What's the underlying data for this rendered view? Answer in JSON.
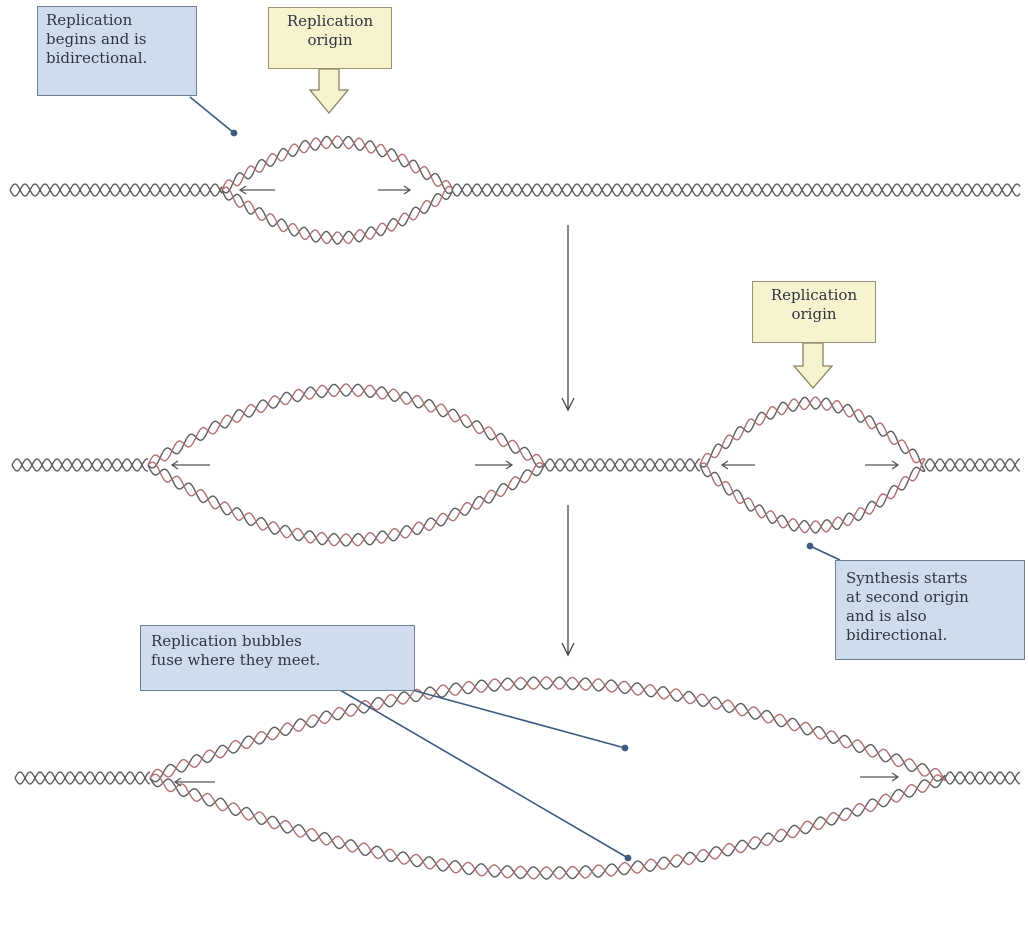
{
  "labels": {
    "callout_begin": "Replication\nbegins and is\nbidirectional.",
    "origin_top": "Replication\norigin",
    "origin_second": "Replication\norigin",
    "callout_second": "Synthesis starts\nat second origin\nand is also\nbidirectional.",
    "callout_fuse": "Replication bubbles\nfuse where they meet."
  },
  "colors": {
    "strand": "#5d5d5d",
    "strand_new": "#b07070",
    "arrow": "#555555",
    "leader": "#3d5a80",
    "callout_fill": "#cfdcee",
    "origin_fill": "#f8f3cf"
  }
}
